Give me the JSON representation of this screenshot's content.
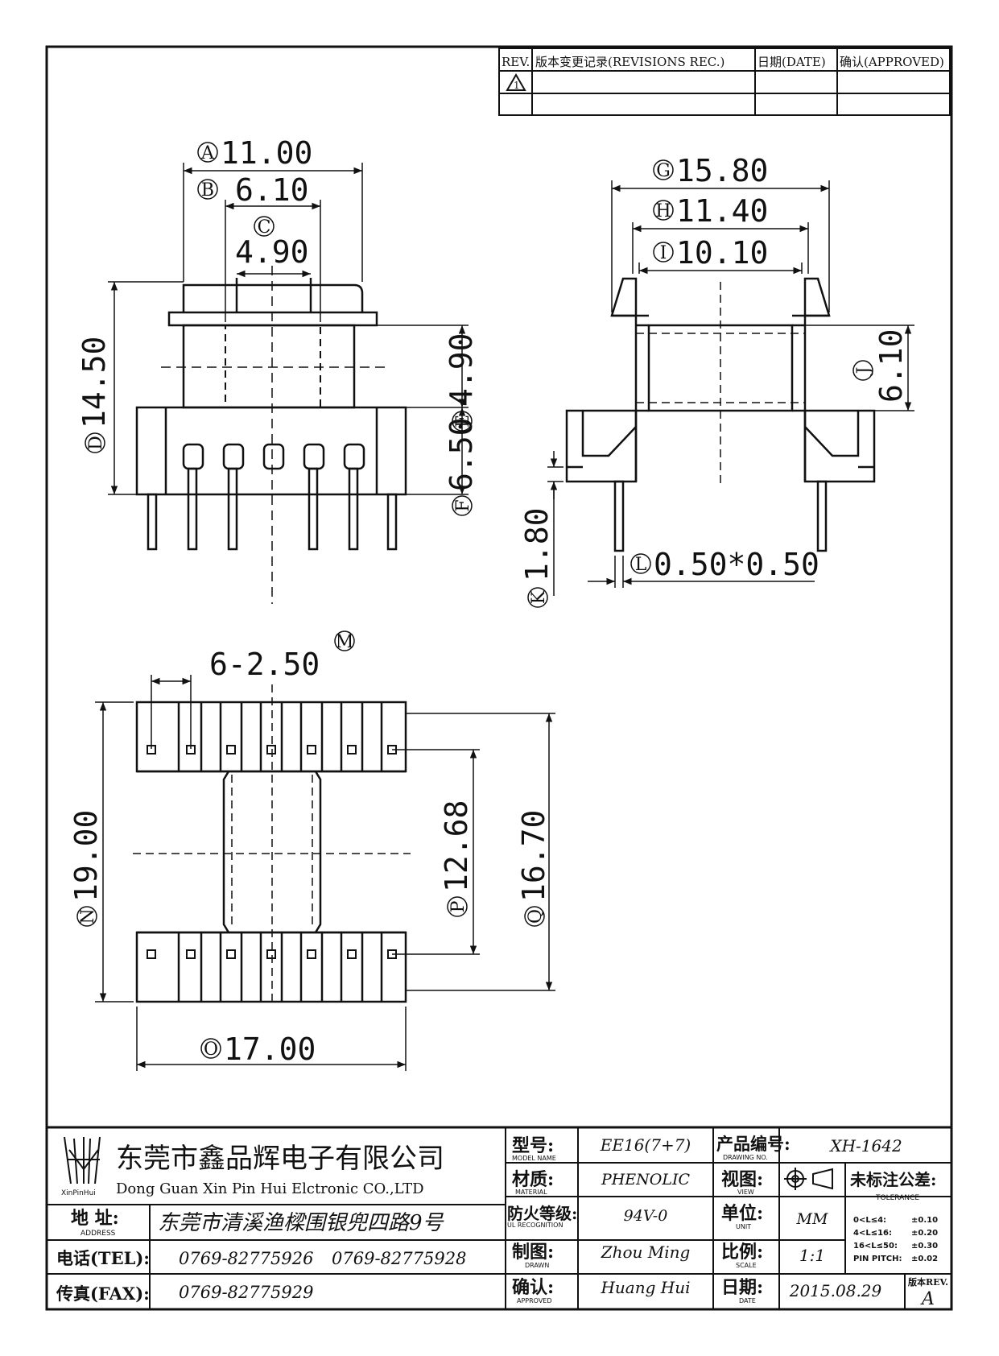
{
  "revisions": {
    "headers": {
      "rev": "REV.",
      "record": "版本变更记录(REVISIONS REC.)",
      "date": "日期(DATE)",
      "approved": "确认(APPROVED)"
    },
    "rows": [
      {
        "rev": "1"
      }
    ]
  },
  "dimensions": {
    "A": {
      "letter": "A",
      "value": "11.00"
    },
    "B": {
      "letter": "B",
      "value": "6.10"
    },
    "C": {
      "letter": "C",
      "value": "4.90"
    },
    "D": {
      "letter": "D",
      "value": "14.50"
    },
    "E": {
      "letter": "E",
      "value": "4.90"
    },
    "F": {
      "letter": "F",
      "value": "6.50"
    },
    "G": {
      "letter": "G",
      "value": "15.80"
    },
    "H": {
      "letter": "H",
      "value": "11.40"
    },
    "I": {
      "letter": "I",
      "value": "10.10"
    },
    "J": {
      "letter": "J",
      "value": "6.10"
    },
    "K": {
      "letter": "K",
      "value": "1.80"
    },
    "L": {
      "letter": "L",
      "value": "0.50*0.50"
    },
    "M": {
      "letter": "M",
      "value": "6-2.50"
    },
    "N": {
      "letter": "N",
      "value": "19.00"
    },
    "O": {
      "letter": "O",
      "value": "17.00"
    },
    "P": {
      "letter": "P",
      "value": "12.68"
    },
    "Q": {
      "letter": "Q",
      "value": "16.70"
    }
  },
  "company": {
    "logo_text": "XinPinHui",
    "name_cn": "东莞市鑫品辉电子有限公司",
    "name_en": "Dong Guan Xin Pin Hui Elctronic CO.,LTD",
    "address_label": "地  址:",
    "address_label_en": "ADDRESS",
    "address": "东莞市清溪渔樑围银兜四路9号",
    "tel_label": "电话(TEL):",
    "tel1": "0769-82775926",
    "tel2": "0769-82775928",
    "fax_label": "传真(FAX):",
    "fax": "0769-82775929"
  },
  "title_block": {
    "model_label": "型号:",
    "model_label_en": "MODEL NAME",
    "model": "EE16(7+7)",
    "material_label": "材质:",
    "material_label_en": "MATERIAL",
    "material": "PHENOLIC",
    "fire_label": "防火等级:",
    "fire_label_en": "UL RECOGNITION",
    "fire": "94V-0",
    "drawn_label": "制图:",
    "drawn_label_en": "DRAWN",
    "drawn": "Zhou Ming",
    "approved_label": "确认:",
    "approved_label_en": "APPROVED",
    "approved": "Huang Hui",
    "drawing_no_label": "产品编号:",
    "drawing_no_label_en": "DRAWING NO.",
    "drawing_no": "XH-1642",
    "view_label": "视图:",
    "view_label_en": "VIEW",
    "unit_label": "单位:",
    "unit_label_en": "UNIT",
    "unit": "MM",
    "scale_label": "比例:",
    "scale_label_en": "SCALE",
    "scale": "1:1",
    "date_label": "日期:",
    "date_label_en": "DATE",
    "date": "2015.08.29",
    "rev_label": "版本REV.",
    "rev": "A",
    "tolerance_label": "未标注公差:",
    "tolerance_label_en": "TOLERANCE",
    "tolerances": [
      {
        "range": "0<L≤4:",
        "value": "±0.10"
      },
      {
        "range": "4<L≤16:",
        "value": "±0.20"
      },
      {
        "range": "16<L≤50:",
        "value": "±0.30"
      },
      {
        "range": "PIN PITCH:",
        "value": "±0.02"
      }
    ]
  }
}
